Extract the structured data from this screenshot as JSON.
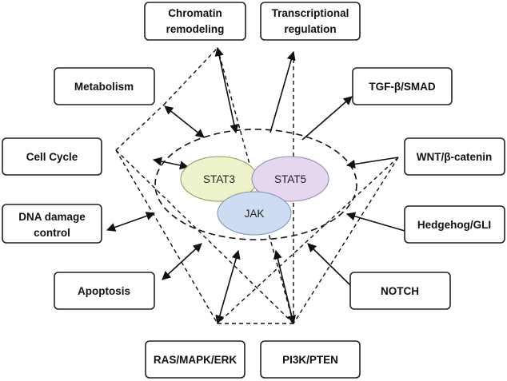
{
  "core": {
    "stat3": "STAT3",
    "stat5": "STAT5",
    "jak": "JAK"
  },
  "pathways": {
    "chromatin": [
      "Chromatin",
      "remodeling"
    ],
    "transcriptional": [
      "Transcriptional",
      "regulation"
    ],
    "metabolism": [
      "Metabolism"
    ],
    "tgfb": [
      "TGF-β/SMAD"
    ],
    "cell_cycle": [
      "Cell Cycle"
    ],
    "wnt": [
      "WNT/β-catenin"
    ],
    "dna_damage": [
      "DNA damage",
      "control"
    ],
    "hedgehog": [
      "Hedgehog/GLI"
    ],
    "apoptosis": [
      "Apoptosis"
    ],
    "notch": [
      "NOTCH"
    ],
    "ras": [
      "RAS/MAPK/ERK"
    ],
    "pi3k": [
      "PI3K/PTEN"
    ]
  }
}
